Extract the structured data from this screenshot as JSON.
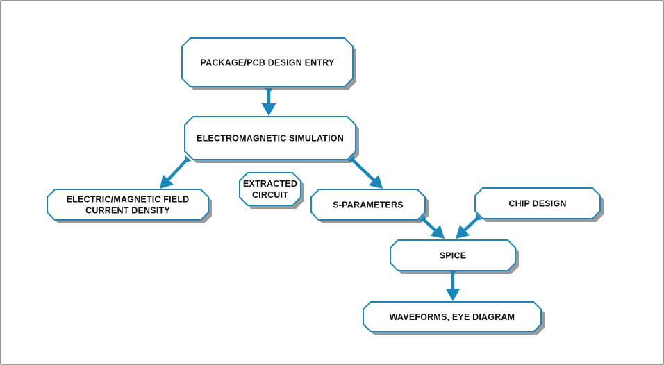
{
  "colors": {
    "border": "#2286b5",
    "arrow": "#1b86b8",
    "shadow": "#9a9a9a",
    "frame": "#555555",
    "text": "#111111"
  },
  "nodes": {
    "package_pcb_design_entry": {
      "lines": [
        "PACKAGE/PCB DESIGN ENTRY"
      ]
    },
    "electromagnetic_simulation": {
      "lines": [
        "ELECTROMAGNETIC SIMULATION"
      ]
    },
    "electric_magnetic_field": {
      "lines": [
        "ELECTRIC/MAGNETIC FIELD",
        "CURRENT DENSITY"
      ]
    },
    "extracted_circuit": {
      "lines": [
        "EXTRACTED",
        "CIRCUIT"
      ]
    },
    "s_parameters": {
      "lines": [
        "S-PARAMETERS"
      ]
    },
    "chip_design": {
      "lines": [
        "CHIP DESIGN"
      ]
    },
    "spice": {
      "lines": [
        "SPICE"
      ]
    },
    "waveforms_eye_diagram": {
      "lines": [
        "WAVEFORMS, EYE DIAGRAM"
      ]
    }
  }
}
